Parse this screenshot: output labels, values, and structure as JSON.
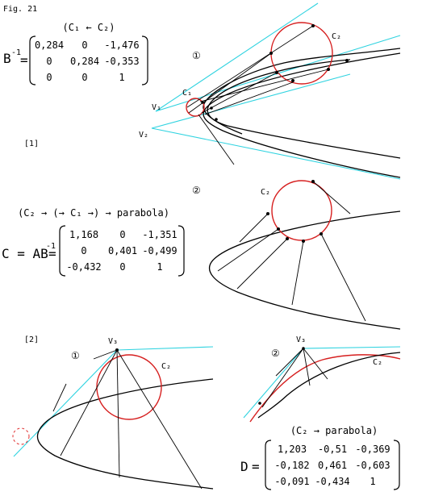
{
  "fig_label": "Fig. 21",
  "section1": {
    "label": "[1]",
    "matrix_title": "(C₁ ← C₂)",
    "matrix_name_base": "B",
    "matrix_name_sup": "-1",
    "equals": "=",
    "rows": [
      [
        "0,284",
        "0",
        "-1,476"
      ],
      [
        "0",
        "0,284",
        "-0,353"
      ],
      [
        "0",
        "0",
        "1"
      ]
    ],
    "panel1_marker": "①",
    "panel2_marker": "②",
    "labels": {
      "c1": "C₁",
      "c2": "C₂",
      "c2_b": "C₂",
      "v1": "V₁",
      "v2": "V₂"
    }
  },
  "section_c": {
    "matrix_title": "(C₂ → (→ C₁ →) → parabola)",
    "lhs": "C = AB",
    "lhs_sup": "-1",
    "equals": "=",
    "rows": [
      [
        "1,168",
        "0",
        "-1,351"
      ],
      [
        "0",
        "0,401",
        "-0,499"
      ],
      [
        "-0,432",
        "0",
        "1"
      ]
    ]
  },
  "section2": {
    "label": "[2]",
    "panel1_marker": "①",
    "panel2_marker": "②",
    "labels": {
      "v3": "V₃",
      "c2": "C₂",
      "v3_b": "V₃",
      "c2_b": "C₂"
    },
    "matrix_title": "(C₂ → parabola)",
    "matrix_name": "D",
    "equals": "=",
    "rows": [
      [
        "1,203",
        "-0,51",
        "-0,369"
      ],
      [
        "-0,182",
        "0,461",
        "-0,603"
      ],
      [
        "-0,091",
        "-0,434",
        "1"
      ]
    ]
  },
  "colors": {
    "tangent": "#2fd3e0",
    "circle": "#d61f1f",
    "curve": "#000000"
  }
}
